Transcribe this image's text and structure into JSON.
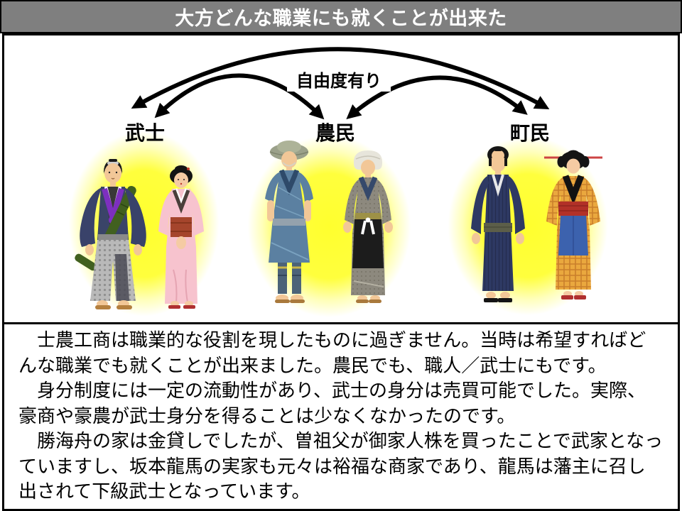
{
  "title": "大方どんな職業にも就くことが出来た",
  "diagram": {
    "freedom_label": "自由度有り",
    "groups": [
      {
        "id": "samurai",
        "label": "武士"
      },
      {
        "id": "farmer",
        "label": "農民"
      },
      {
        "id": "townsfolk",
        "label": "町民"
      }
    ]
  },
  "paragraphs": [
    "　士農工商は職業的な役割を現したものに過ぎません。当時は希望すればどんな職業でも就くことが出来ました。農民でも、職人／武士にもです。",
    "　身分制度には一定の流動性があり、武士の身分は売買可能でした。実際、豪商や豪農が武士身分を得ることは少なくなかったのです。",
    "　勝海舟の家は金貸しでしたが、曽祖父が御家人株を買ったことで武家となっていますし、坂本龍馬の実家も元々は裕福な商家であり、龍馬は藩主に召し出されて下級武士となっています。"
  ],
  "colors": {
    "title_bar": "#7f7f7f",
    "title_text": "#ffffff",
    "arrow": "#000000",
    "glow_yellow": "#ffff3d",
    "panel_border": "#000000"
  }
}
